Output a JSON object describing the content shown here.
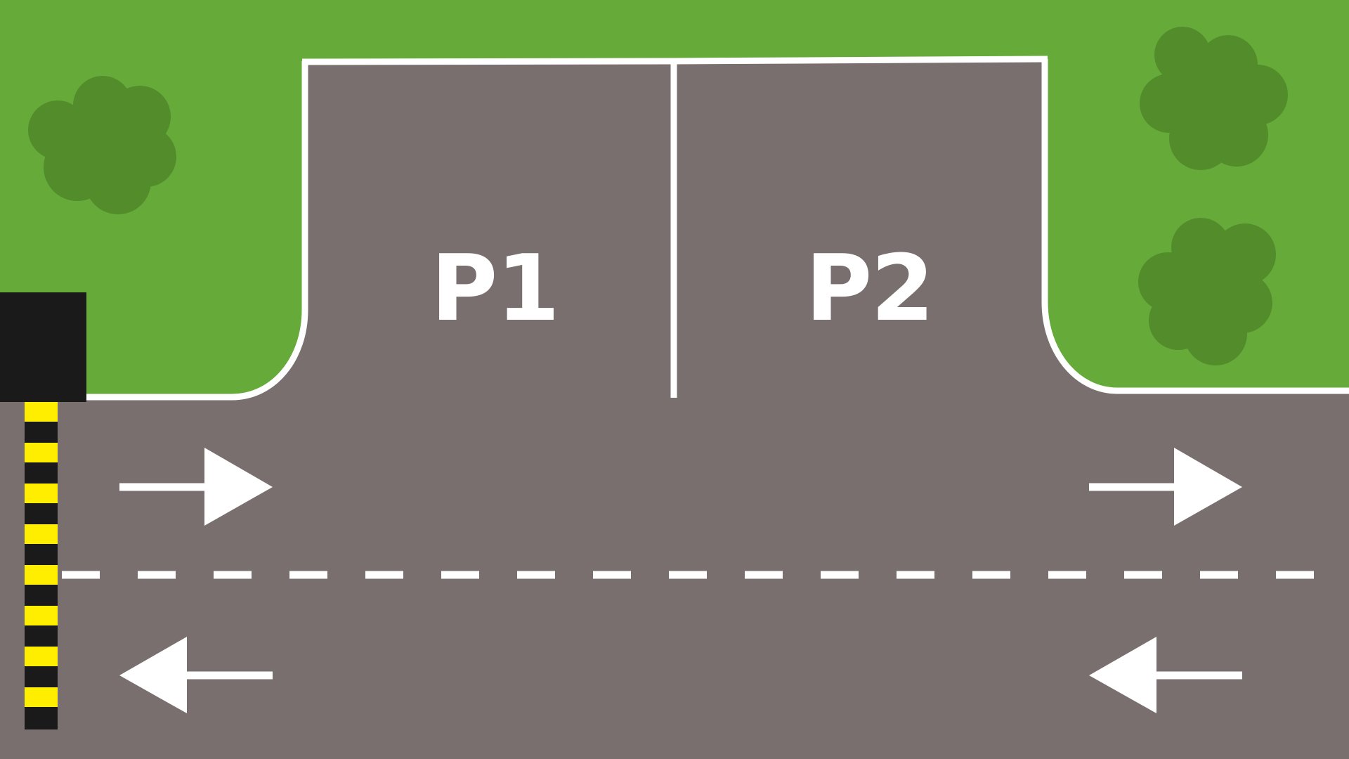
{
  "scene": {
    "type": "top-down parking lot",
    "colors": {
      "grass": "#66aa3a",
      "tree": "#528c2b",
      "asphalt": "#796f6e",
      "line": "#ffffff",
      "barrier_base": "#1b1a1b",
      "barrier_stripe": "#ffee00"
    }
  },
  "parking": {
    "slots": [
      {
        "id": "P1",
        "label": "P1"
      },
      {
        "id": "P2",
        "label": "P2"
      }
    ]
  },
  "road": {
    "upper_lane_direction": "right",
    "lower_lane_direction": "left"
  },
  "icons": {
    "trees": "tree-icon",
    "arrows": "arrow-icon",
    "barrier": "boom-barrier"
  }
}
